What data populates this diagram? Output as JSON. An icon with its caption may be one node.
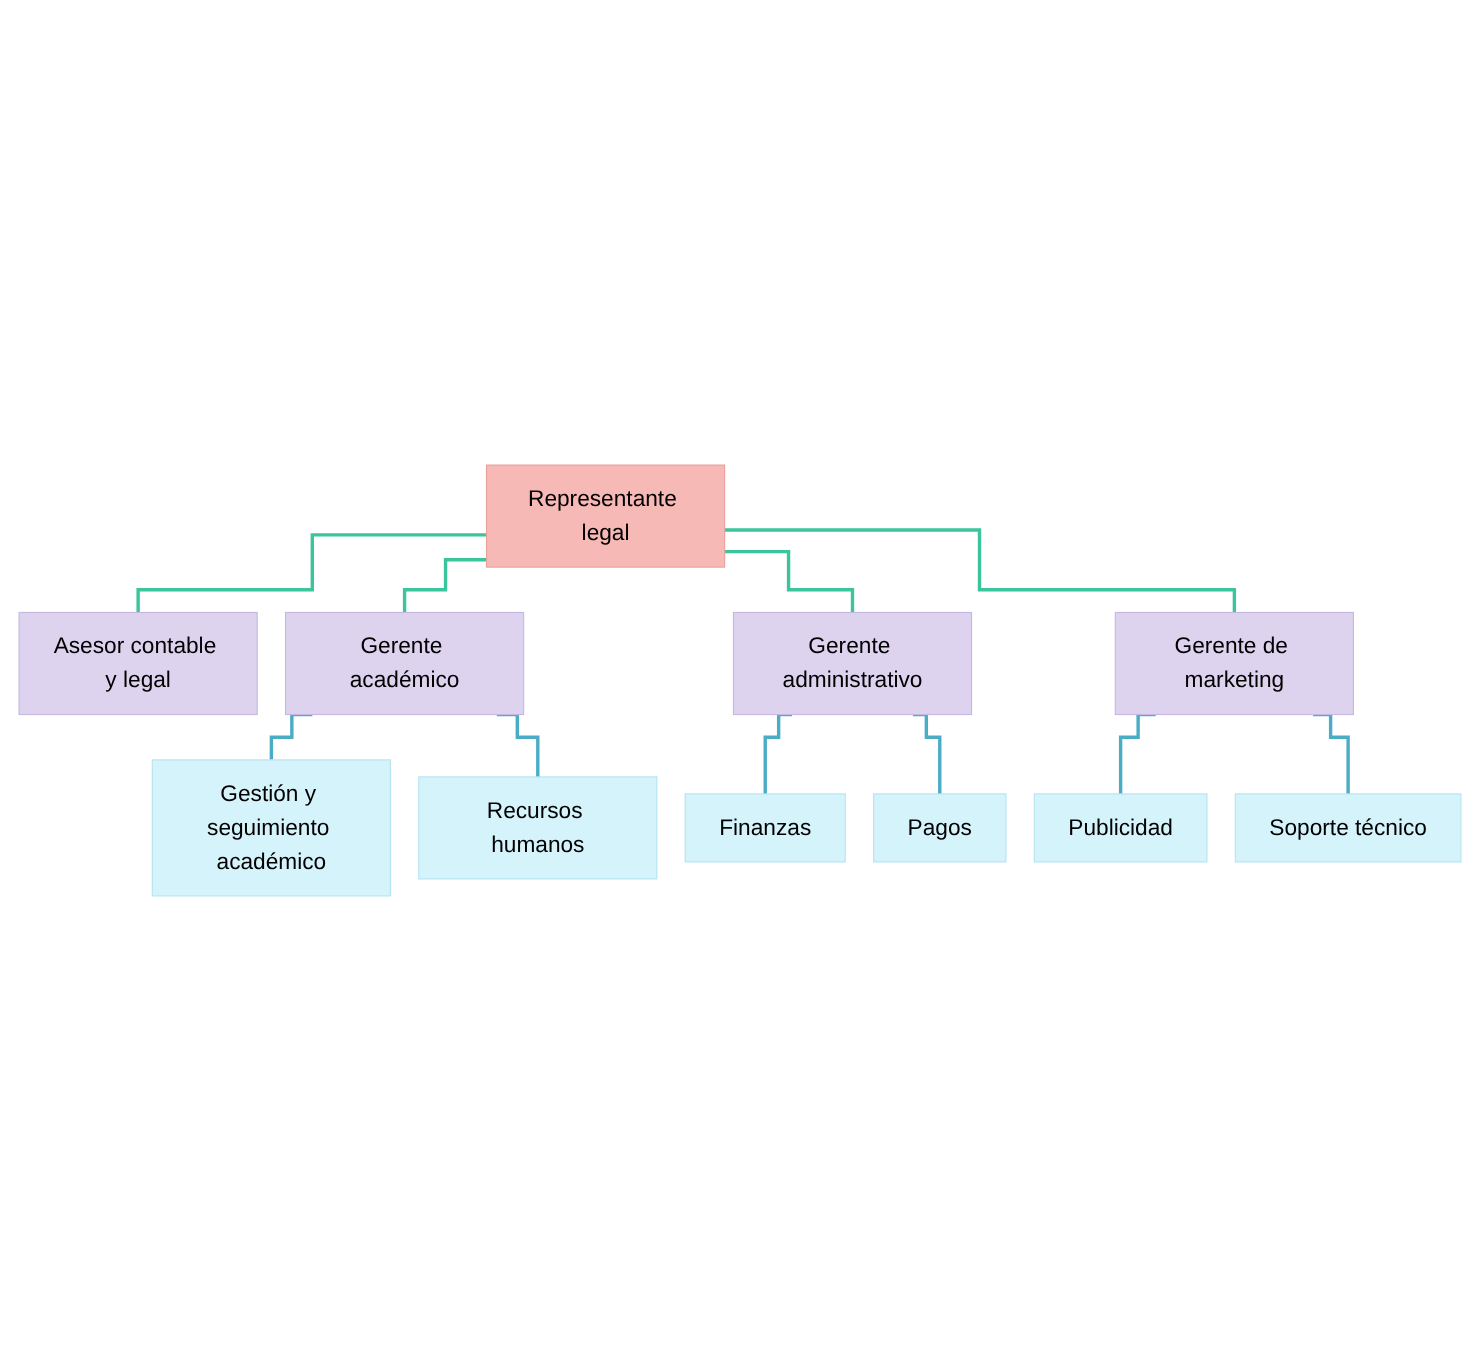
{
  "diagram": {
    "nodes": [
      {
        "text": [
          "Representante legal"
        ]
      },
      {
        "text": [
          "Asesor contable y legal"
        ]
      },
      {
        "text": [
          "Gerente académico"
        ]
      },
      {
        "text": [
          "Gerente administrativo"
        ]
      },
      {
        "text": [
          "Gerente de marketing"
        ]
      },
      {
        "text": [
          "Gestión y seguimiento académico"
        ]
      },
      {
        "text": [
          "Recursos humanos"
        ]
      },
      {
        "text": [
          "Finanzas"
        ]
      },
      {
        "text": [
          "Pagos"
        ]
      },
      {
        "text": [
          "Publicidad"
        ]
      },
      {
        "text": [
          "Soporte técnico"
        ]
      }
    ],
    "edges": [
      {
        "from": 0,
        "to": 1,
        "arrow": "none",
        "color": "#3cc49c"
      },
      {
        "from": 0,
        "to": 2,
        "arrow": "none",
        "color": "#3cc49c"
      },
      {
        "from": 0,
        "to": 3,
        "arrow": "none",
        "color": "#3cc49c"
      },
      {
        "from": 0,
        "to": 4,
        "arrow": "none",
        "color": "#3cc49c"
      },
      {
        "from": 2,
        "to": 5,
        "arrow": "none"
      },
      {
        "from": 2,
        "to": 6,
        "arrow": "none"
      },
      {
        "from": 3,
        "to": 7,
        "arrow": "none"
      },
      {
        "from": 3,
        "to": 8,
        "arrow": "none"
      },
      {
        "from": 4,
        "to": 9,
        "arrow": "none"
      },
      {
        "from": 4,
        "to": 10,
        "arrow": "none"
      }
    ]
  }
}
